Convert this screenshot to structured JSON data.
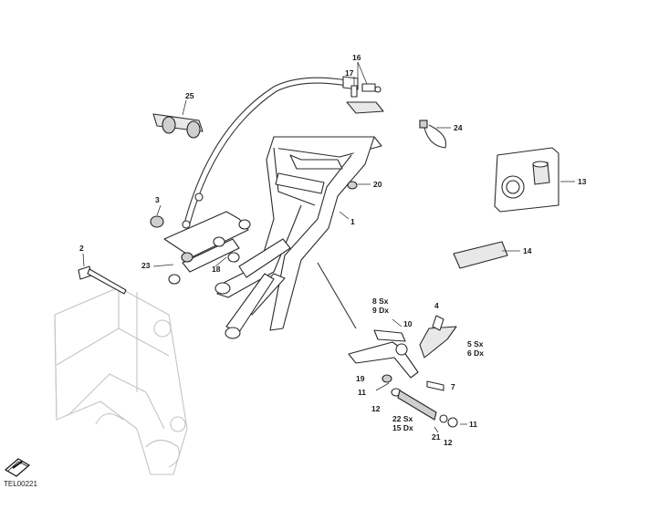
{
  "drawing_code": "TEL00221",
  "labels": {
    "l1": "1",
    "l2": "2",
    "l3": "3",
    "l4": "4",
    "l5": "5 Sx",
    "l6": "6 Dx",
    "l7": "7",
    "l8": "8 Sx",
    "l9": "9 Dx",
    "l10": "10",
    "l11a": "11",
    "l11b": "11",
    "l12a": "12",
    "l12b": "12",
    "l13": "13",
    "l14": "14",
    "l15": "15 Dx",
    "l16": "16",
    "l17": "17",
    "l18": "18",
    "l19": "19",
    "l20": "20",
    "l21": "21",
    "l22": "22 Sx",
    "l23": "23",
    "l24": "24",
    "l25": "25"
  },
  "icons": {
    "corner": "book-wrench-icon"
  }
}
